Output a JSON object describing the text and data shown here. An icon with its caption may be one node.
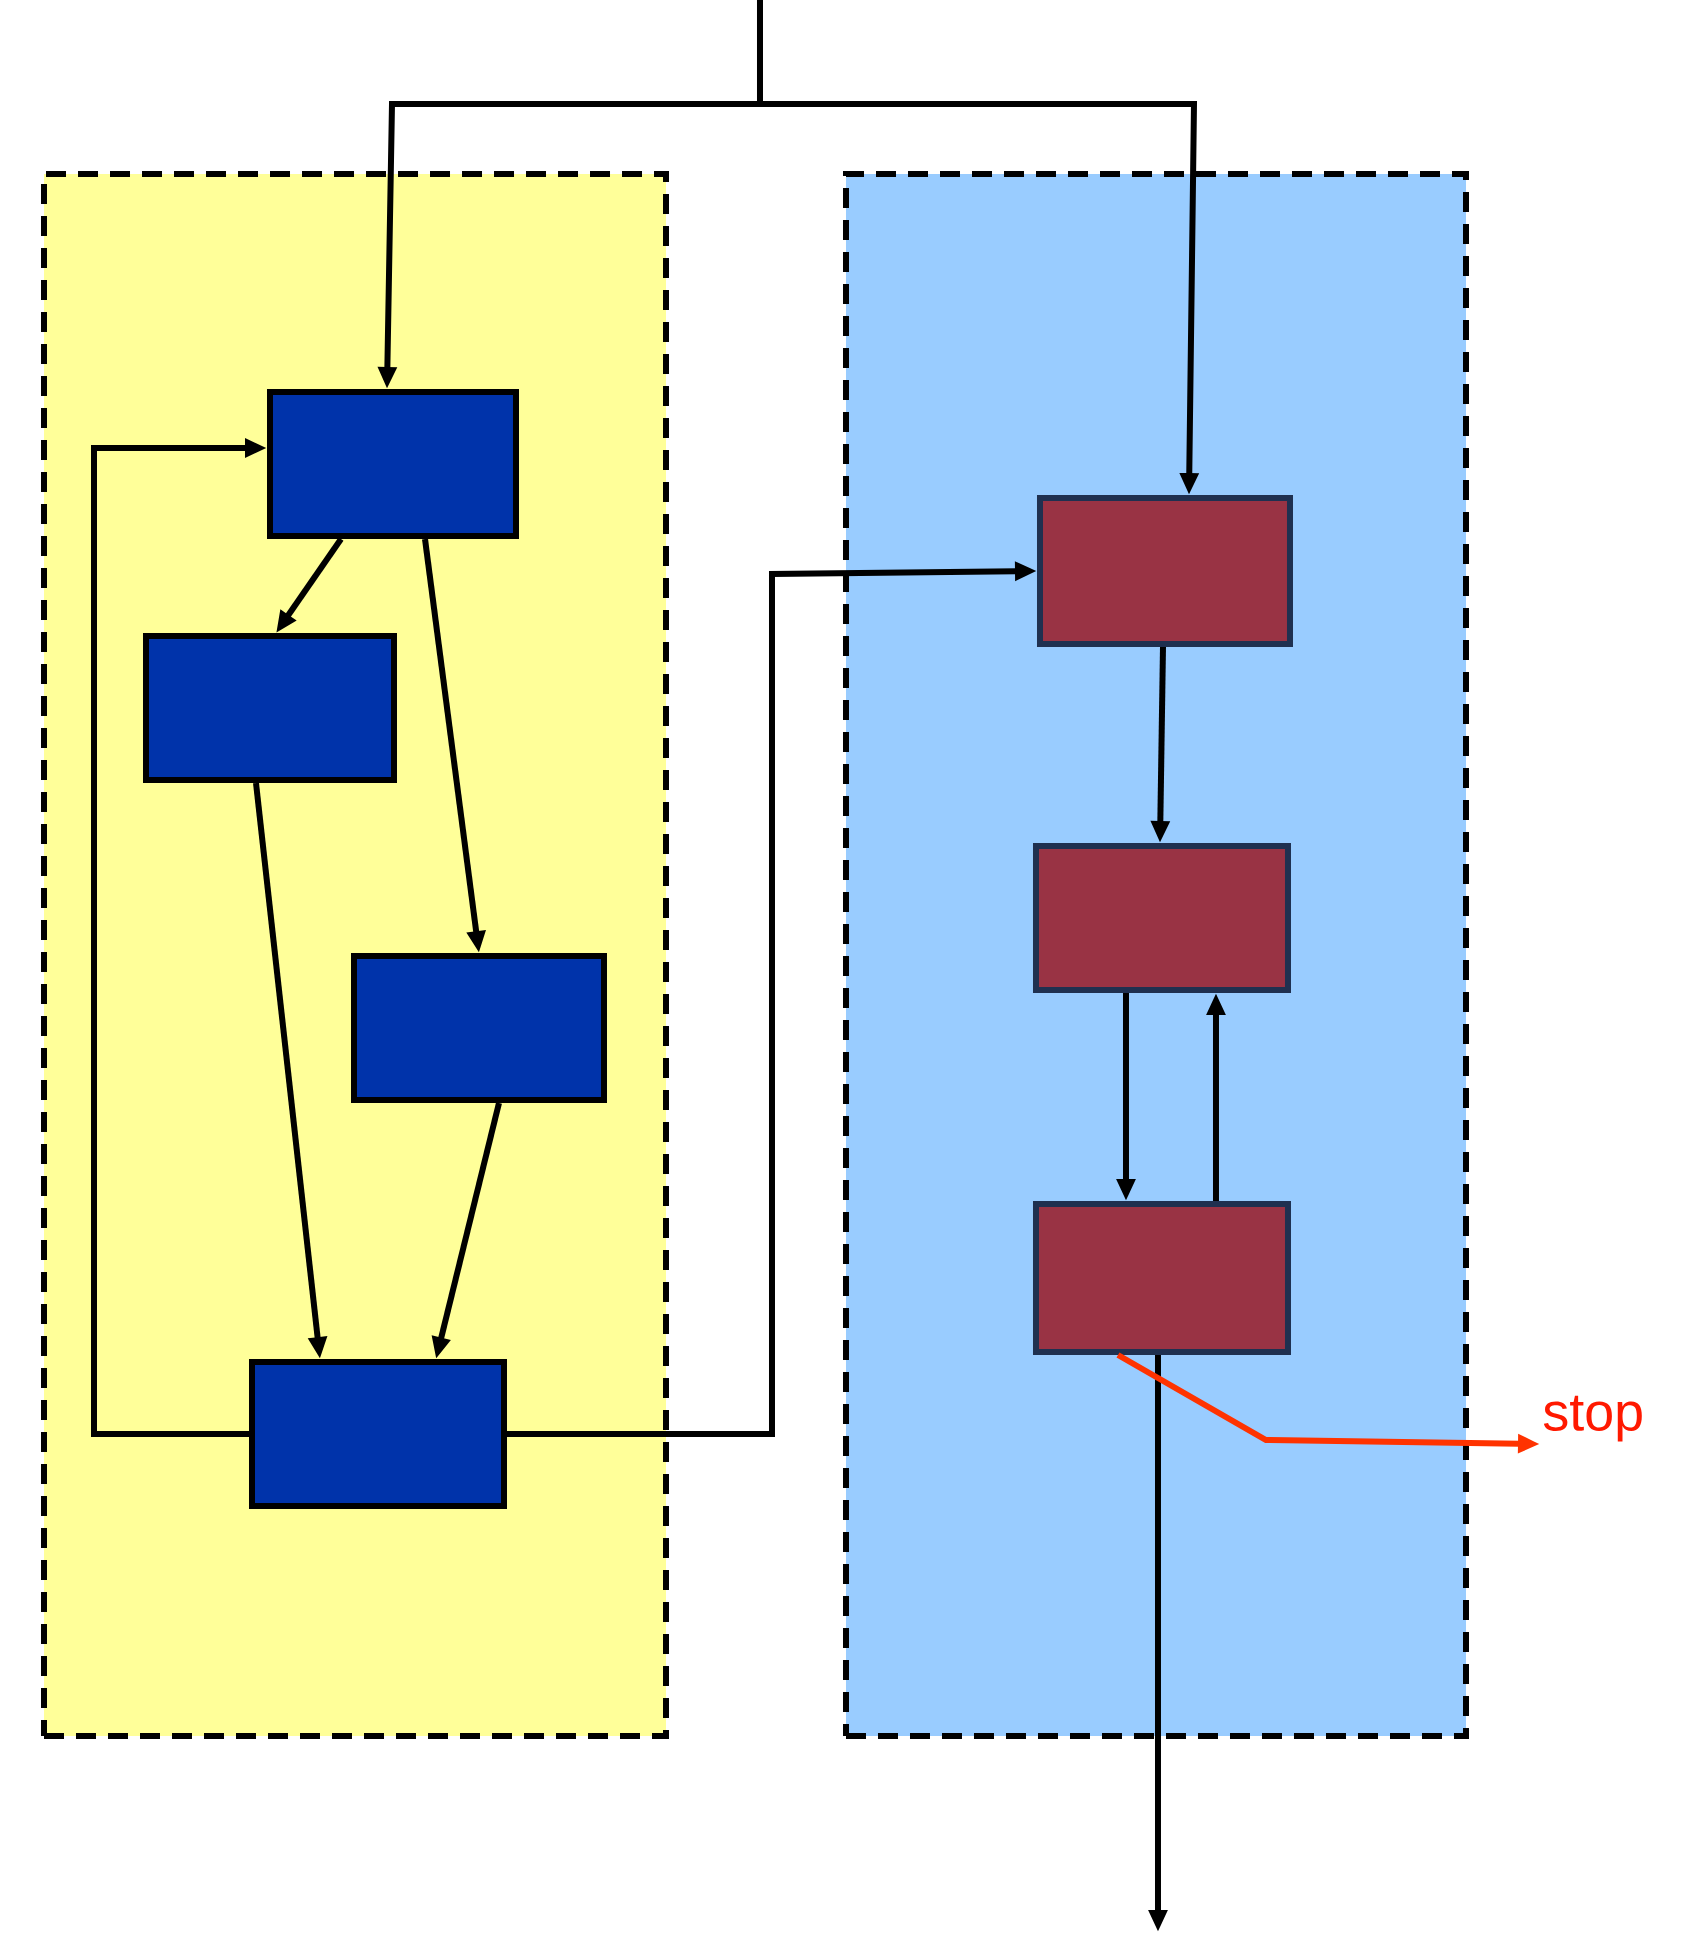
{
  "diagram": {
    "nodes": [
      {
        "text": [],
        "shape": "box"
      },
      {
        "text": [],
        "shape": "box",
        "in": 0
      },
      {
        "text": [],
        "shape": "box",
        "in": 0
      },
      {
        "text": [],
        "shape": "box",
        "in": 0
      },
      {
        "text": [],
        "shape": "box",
        "in": 0
      },
      {
        "text": [],
        "shape": "box"
      },
      {
        "text": [],
        "shape": "box",
        "in": 5
      },
      {
        "text": [],
        "shape": "box",
        "in": 5
      },
      {
        "text": [],
        "shape": "box",
        "in": 5
      },
      {
        "text": [
          "stop"
        ]
      }
    ],
    "edges": [
      {
        "from": null,
        "to": 1,
        "arrow": "to"
      },
      {
        "from": null,
        "to": 6,
        "arrow": "to"
      },
      {
        "from": 1,
        "to": 2,
        "arrow": "to"
      },
      {
        "from": 1,
        "to": 3,
        "arrow": "to"
      },
      {
        "from": 2,
        "to": 4,
        "arrow": "to"
      },
      {
        "from": 3,
        "to": 4,
        "arrow": "to"
      },
      {
        "from": 4,
        "to": 1,
        "arrow": "to"
      },
      {
        "from": 4,
        "to": 6,
        "arrow": "to"
      },
      {
        "from": 6,
        "to": 7,
        "arrow": "to"
      },
      {
        "from": 7,
        "to": 8,
        "arrow": "to"
      },
      {
        "from": 8,
        "to": 7,
        "arrow": "to"
      },
      {
        "from": 8,
        "to": null,
        "arrow": "to"
      },
      {
        "from": 8,
        "to": 9,
        "arrow": "to",
        "color": "#ff3300"
      }
    ]
  }
}
